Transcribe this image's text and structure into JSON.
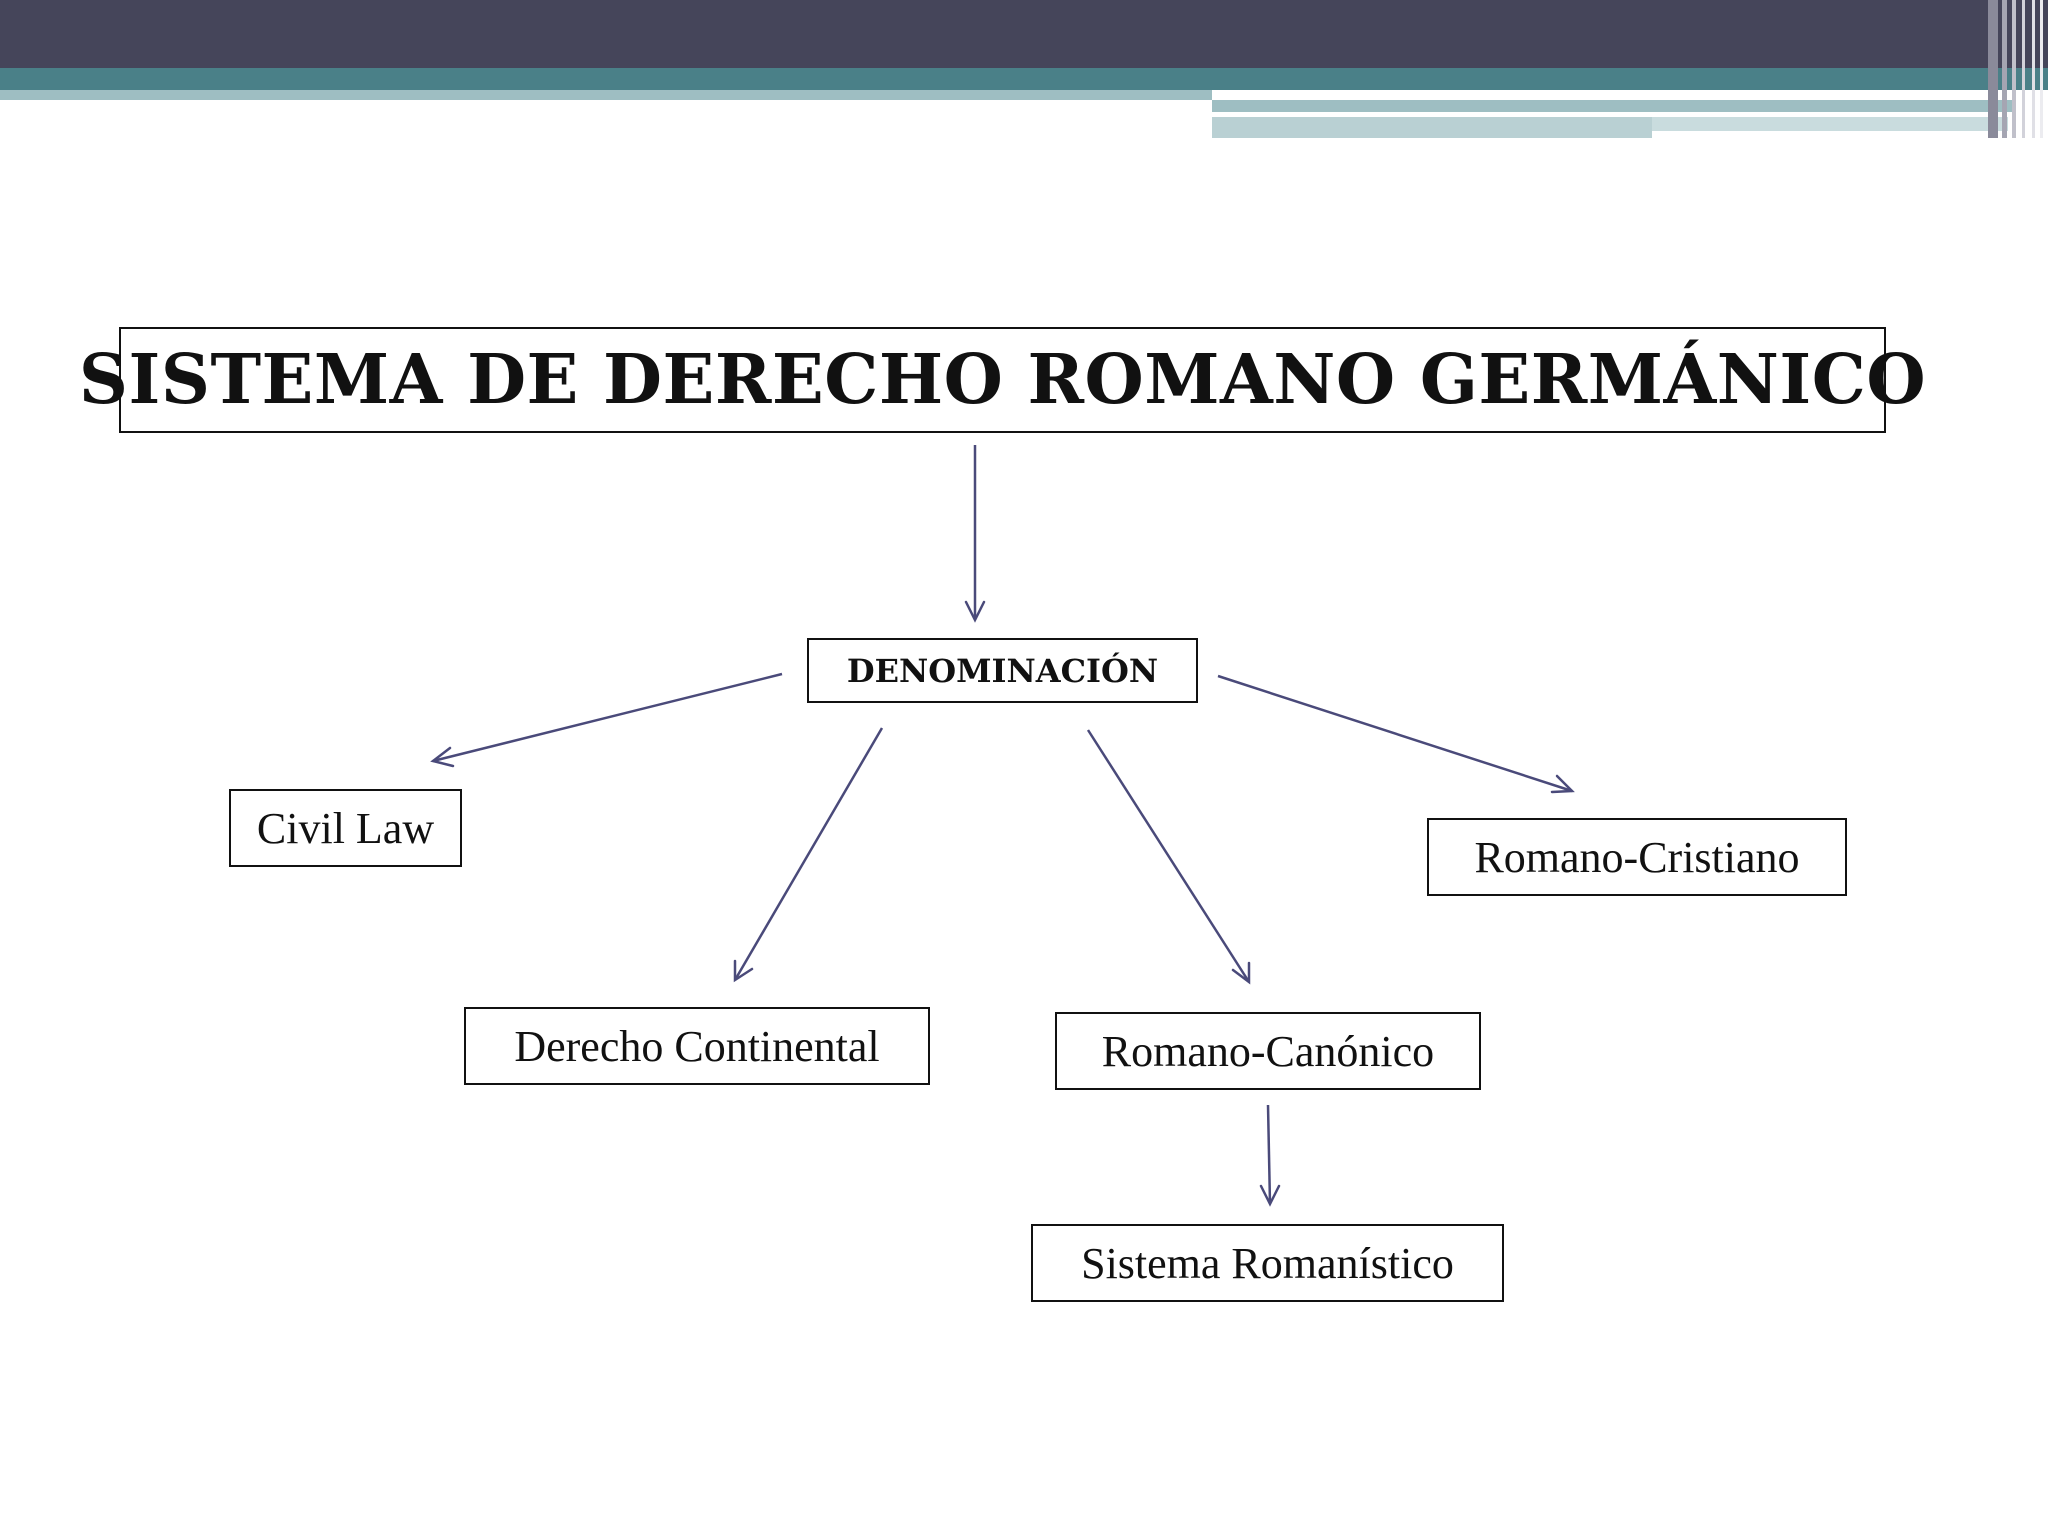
{
  "theme": {
    "dark_bar": "#45455a",
    "teal_bar": "#4a8088",
    "light_teal": "#9ebec2",
    "edge_color": "#4a4a7a",
    "border_color": "#111111"
  },
  "diagram": {
    "title": "SISTEMA DE DERECHO ROMANO GERMÁNICO",
    "denominacion": "DENOMINACIÓN",
    "nodes": {
      "civil_law": "Civil Law",
      "derecho_continental": "Derecho Continental",
      "romano_canonico": "Romano-Canónico",
      "romano_cristiano": "Romano-Cristiano",
      "sistema_romanistico": "Sistema Romanístico"
    }
  }
}
